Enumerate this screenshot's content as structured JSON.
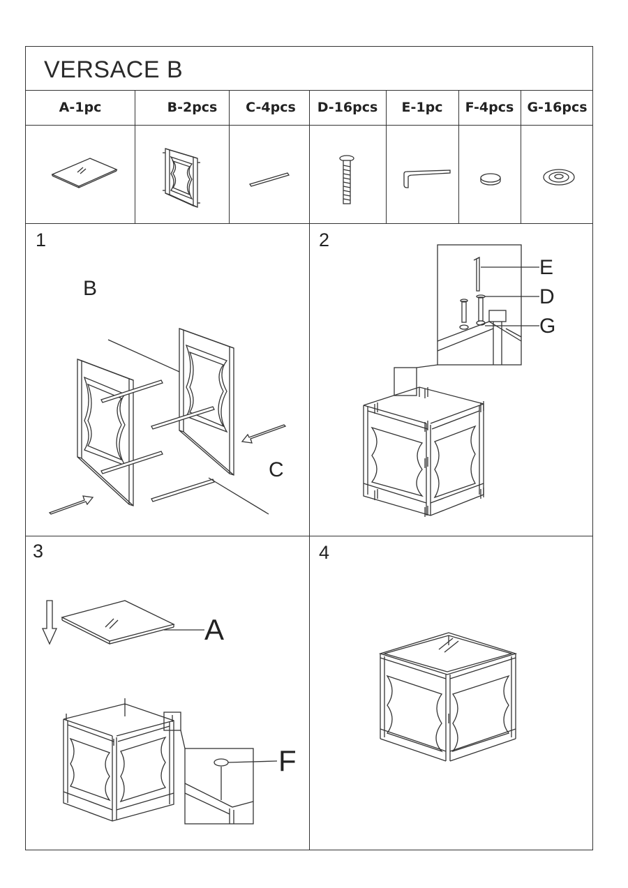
{
  "document": {
    "title": "VERSACE B",
    "parts": [
      {
        "label": "A-1pc",
        "icon": "glass-top-icon"
      },
      {
        "label": "B-2pcs",
        "icon": "side-frame-icon"
      },
      {
        "label": "C-4pcs",
        "icon": "connecting-bar-icon"
      },
      {
        "label": "D-16pcs",
        "icon": "bolt-icon"
      },
      {
        "label": "E-1pc",
        "icon": "allen-key-icon"
      },
      {
        "label": "F-4pcs",
        "icon": "glass-pad-icon"
      },
      {
        "label": "G-16pcs",
        "icon": "washer-icon"
      }
    ],
    "steps": [
      {
        "number": "1",
        "callouts": [
          "B",
          "C"
        ]
      },
      {
        "number": "2",
        "callouts": [
          "E",
          "D",
          "G"
        ]
      },
      {
        "number": "3",
        "callouts": [
          "A",
          "F"
        ]
      },
      {
        "number": "4",
        "callouts": []
      }
    ]
  }
}
